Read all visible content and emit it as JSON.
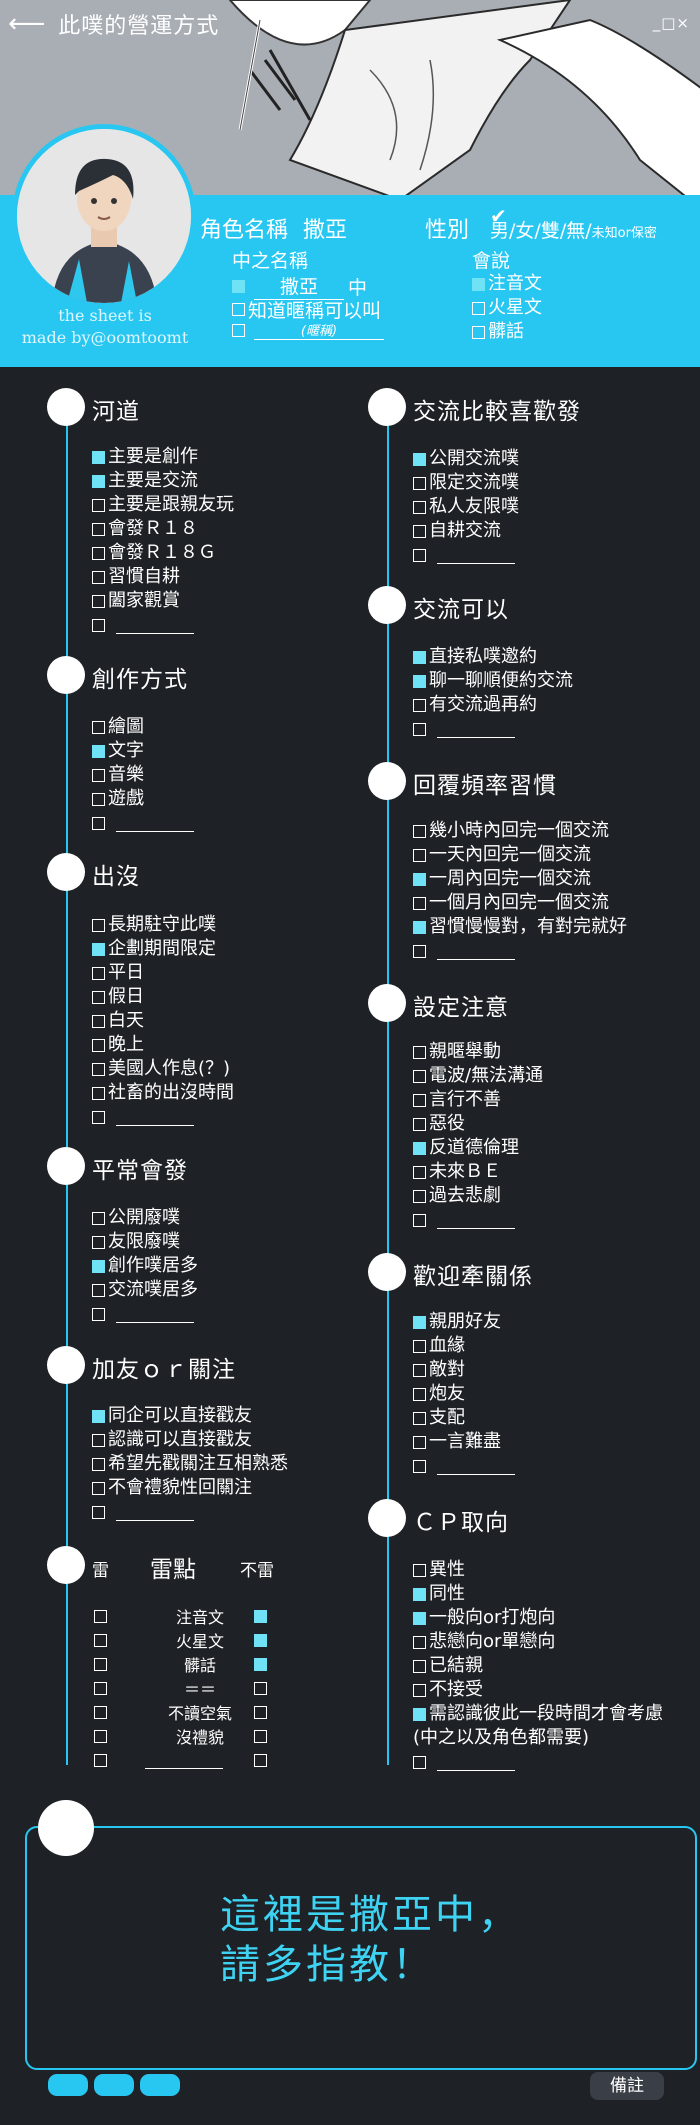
{
  "window": {
    "back_icon": "back-arrow-icon",
    "title": "此噗的營運方式",
    "controls": "_□×"
  },
  "profile": {
    "credit_line1": "the sheet is",
    "credit_line2": "made by@oomtoomt",
    "char_name_label": "角色名稱",
    "char_name": "撒亞",
    "gender_label": "性別",
    "gender_opts": "男/女/雙/無/",
    "gender_extra": "未知or保密",
    "nick_label": "中之名稱",
    "nick_value": "撒亞",
    "nick_suffix": "中",
    "nick_opt2": "知道暱稱可以叫",
    "nick_hint": "(暱稱)",
    "lang_label": "會說",
    "langs": [
      {
        "label": "注音文",
        "checked": true
      },
      {
        "label": "火星文",
        "checked": false
      },
      {
        "label": "髒話",
        "checked": false
      }
    ]
  },
  "sections": {
    "river": {
      "title": "河道",
      "items": [
        {
          "label": "主要是創作",
          "checked": true
        },
        {
          "label": "主要是交流",
          "checked": true
        },
        {
          "label": "主要是跟親友玩",
          "checked": false
        },
        {
          "label": "會發Ｒ１８",
          "checked": false
        },
        {
          "label": "會發Ｒ１８Ｇ",
          "checked": false
        },
        {
          "label": "習慣自耕",
          "checked": false
        },
        {
          "label": "闔家觀賞",
          "checked": false
        }
      ]
    },
    "create": {
      "title": "創作方式",
      "items": [
        {
          "label": "繪圖",
          "checked": false
        },
        {
          "label": "文字",
          "checked": true
        },
        {
          "label": "音樂",
          "checked": false
        },
        {
          "label": "遊戲",
          "checked": false
        }
      ]
    },
    "appear": {
      "title": "出沒",
      "items": [
        {
          "label": "長期駐守此噗",
          "checked": false
        },
        {
          "label": "企劃期間限定",
          "checked": true
        },
        {
          "label": "平日",
          "checked": false
        },
        {
          "label": "假日",
          "checked": false
        },
        {
          "label": "白天",
          "checked": false
        },
        {
          "label": "晚上",
          "checked": false
        },
        {
          "label": "美國人作息(？)",
          "checked": false
        },
        {
          "label": "社畜的出沒時間",
          "checked": false
        }
      ]
    },
    "usual": {
      "title": "平常會發",
      "items": [
        {
          "label": "公開廢噗",
          "checked": false
        },
        {
          "label": "友限廢噗",
          "checked": false
        },
        {
          "label": "創作噗居多",
          "checked": true
        },
        {
          "label": "交流噗居多",
          "checked": false
        }
      ]
    },
    "follow": {
      "title": "加友ｏｒ關注",
      "items": [
        {
          "label": "同企可以直接戳友",
          "checked": true
        },
        {
          "label": "認識可以直接戳友",
          "checked": false
        },
        {
          "label": "希望先戳關注互相熟悉",
          "checked": false
        },
        {
          "label": "不會禮貌性回關注",
          "checked": false
        }
      ]
    },
    "landmine": {
      "col_mine": "雷",
      "title": "雷點",
      "col_safe": "不雷",
      "rows": [
        {
          "label": "注音文",
          "mine": false,
          "safe": true
        },
        {
          "label": "火星文",
          "mine": false,
          "safe": true
        },
        {
          "label": "髒話",
          "mine": false,
          "safe": true
        },
        {
          "label": "＝＝",
          "mine": false,
          "safe": false
        },
        {
          "label": "不讀空氣",
          "mine": false,
          "safe": false
        },
        {
          "label": "沒禮貌",
          "mine": false,
          "safe": false
        }
      ]
    },
    "style": {
      "title": "交流比較喜歡發",
      "items": [
        {
          "label": "公開交流噗",
          "checked": true
        },
        {
          "label": "限定交流噗",
          "checked": false
        },
        {
          "label": "私人友限噗",
          "checked": false
        },
        {
          "label": "自耕交流",
          "checked": false
        }
      ]
    },
    "can": {
      "title": "交流可以",
      "items": [
        {
          "label": "直接私噗邀約",
          "checked": true
        },
        {
          "label": "聊一聊順便約交流",
          "checked": true
        },
        {
          "label": "有交流過再約",
          "checked": false
        }
      ]
    },
    "reply": {
      "title": "回覆頻率習慣",
      "items": [
        {
          "label": "幾小時內回完一個交流",
          "checked": false
        },
        {
          "label": "一天內回完一個交流",
          "checked": false
        },
        {
          "label": "一周內回完一個交流",
          "checked": true
        },
        {
          "label": "一個月內回完一個交流",
          "checked": false
        },
        {
          "label": "習慣慢慢對，有對完就好",
          "checked": true
        }
      ]
    },
    "caution": {
      "title": "設定注意",
      "items": [
        {
          "label": "親暱舉動",
          "checked": false
        },
        {
          "label": "電波/無法溝通",
          "checked": false
        },
        {
          "label": "言行不善",
          "checked": false
        },
        {
          "label": "惡役",
          "checked": false
        },
        {
          "label": "反道德倫理",
          "checked": true
        },
        {
          "label": "未來ＢＥ",
          "checked": false
        },
        {
          "label": "過去悲劇",
          "checked": false
        }
      ]
    },
    "relation": {
      "title": "歡迎牽關係",
      "items": [
        {
          "label": "親朋好友",
          "checked": true
        },
        {
          "label": "血緣",
          "checked": false
        },
        {
          "label": "敵對",
          "checked": false
        },
        {
          "label": "炮友",
          "checked": false
        },
        {
          "label": "支配",
          "checked": false
        },
        {
          "label": "一言難盡",
          "checked": false
        }
      ]
    },
    "cp": {
      "title": "ＣＰ取向",
      "items": [
        {
          "label": "異性",
          "checked": false
        },
        {
          "label": "同性",
          "checked": true
        },
        {
          "label": "一般向or打炮向",
          "checked": true
        },
        {
          "label": "悲戀向or單戀向",
          "checked": false
        },
        {
          "label": "已結親",
          "checked": false
        },
        {
          "label": "不接受",
          "checked": false
        },
        {
          "label": "需認識彼此一段時間才會考慮",
          "checked": true
        }
      ],
      "note": "(中之以及角色都需要)"
    }
  },
  "message": {
    "line1": "這裡是撒亞中，",
    "line2": "請多指教！"
  },
  "footer": {
    "note_button": "備註"
  },
  "colors": {
    "accent": "#28c7f2",
    "background": "#1e2125",
    "check": "#6fe3f5"
  }
}
